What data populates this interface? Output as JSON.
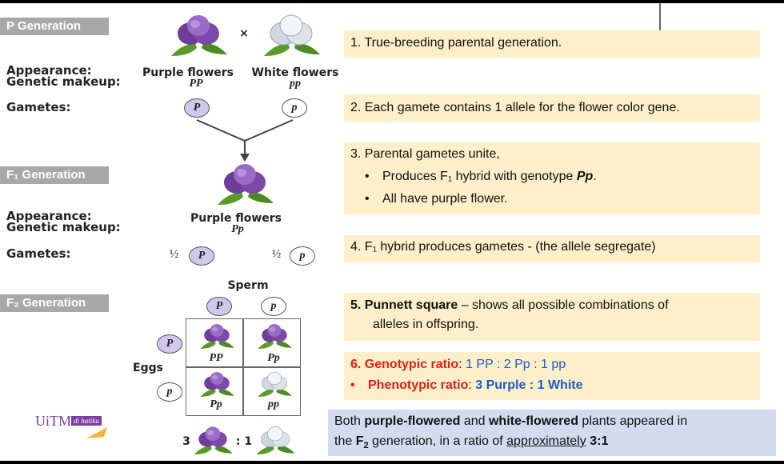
{
  "left": {
    "p_generation": "P Generation",
    "f1_generation": "F₁ Generation",
    "f2_generation": "F₂ Generation",
    "appearance": "Appearance:",
    "genetic_makeup": "Genetic makeup:",
    "gametes": "Gametes:",
    "cross_symbol": "×",
    "purple_flowers": "Purple flowers",
    "white_flowers": "White flowers",
    "geno_PP": "PP",
    "geno_pp": "pp",
    "geno_Pp": "Pp",
    "gamete_P": "P",
    "gamete_p": "p",
    "half": "½",
    "sperm": "Sperm",
    "eggs": "Eggs",
    "ratio_3": "3",
    "ratio_1": ": 1",
    "logo_text": "UiTM",
    "logo_tag": "di hatiku"
  },
  "boxes": {
    "b1": "1. True-breeding parental generation.",
    "b2": "2.  Each gamete contains 1 allele for the flower color gene.",
    "b3_head": "3.  Parental gametes unite,",
    "b3_a": "Produces F₁ hybrid with genotype ",
    "b3_a_geno": "Pp",
    "b3_a_end": ".",
    "b3_b": "All have purple flower.",
    "b4": "4.  F₁ hybrid produces gametes - (the allele segregate)",
    "b5_num": "5.  ",
    "b5_bold": "Punnett square",
    "b5_rest": " – shows all possible combinations of",
    "b5_line2": "alleles in offspring.",
    "b6_num": "6.  ",
    "b6_label": "Genotypic ratio",
    "b6_colon": ": ",
    "b6_value": "1 PP : 2 Pp : 1 pp",
    "b7_label": "Phenotypic ratio",
    "b7_colon": ":  ",
    "b7_value": "3 Purple : 1 White",
    "b8_pre": "Both ",
    "b8_purple": "purple-flowered",
    "b8_and": " and ",
    "b8_white": "white-flowered",
    "b8_post": " plants appeared in",
    "b8_line2_pre": "the ",
    "b8_F": "F",
    "b8_sub": "2",
    "b8_line2_mid": " generation, in a ratio of ",
    "b8_approx": "approximately",
    "b8_ratio": " 3:1"
  },
  "colors": {
    "purple_flower": "#7d4fa8",
    "white_flower": "#e8edf0",
    "box_yellow": "#fcefc9",
    "box_blue": "#d3dcee",
    "red": "#e0201c",
    "blue": "#1f5cc8"
  }
}
